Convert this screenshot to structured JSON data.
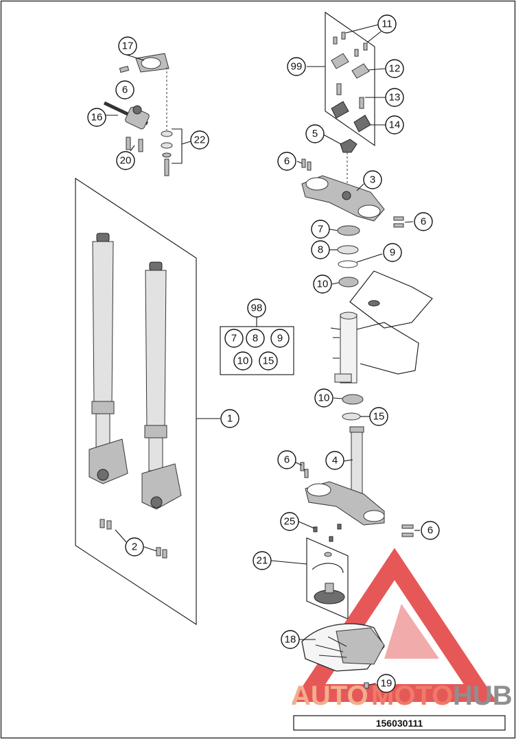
{
  "callouts": {
    "c1": "1",
    "c2": "2",
    "c3": "3",
    "c4": "4",
    "c5": "5",
    "c6a": "6",
    "c6b": "6",
    "c6c": "6",
    "c6d": "6",
    "c6e": "6",
    "c7": "7",
    "c8": "8",
    "c9": "9",
    "c10a": "10",
    "c10b": "10",
    "c11": "11",
    "c12": "12",
    "c13": "13",
    "c14": "14",
    "c15": "15",
    "c16": "16",
    "c17": "17",
    "c18": "18",
    "c19": "19",
    "c20": "20",
    "c21": "21",
    "c22": "22",
    "c25": "25",
    "c98": "98",
    "c99": "99"
  },
  "kit98": {
    "i7": "7",
    "i8": "8",
    "i9": "9",
    "i10": "10",
    "i15": "15"
  },
  "reference_number": "156030111",
  "watermark": {
    "part1": "AUTO",
    "part2": "MOTO",
    "part3": "HUB",
    "color_main": "#f0a090",
    "color_hub": "#9a9a9a",
    "logo_color": "#e23b3b"
  }
}
